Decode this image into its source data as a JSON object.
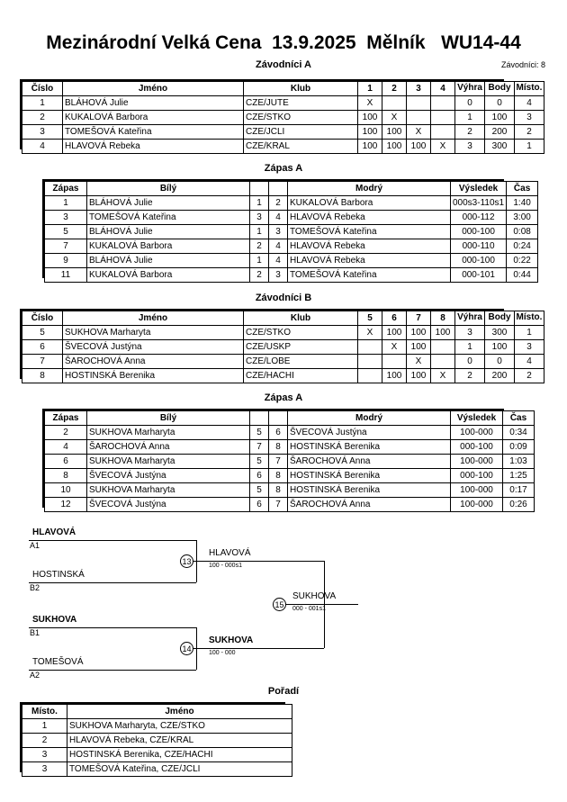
{
  "header": {
    "title": "Mezinárodní Velká Cena  13.9.2025  Mělník   WU14-44",
    "subtitle_a": "Závodníci A",
    "entrants": "Závodníci: 8"
  },
  "pool_headers": {
    "cislo": "Číslo",
    "jmeno": "Jméno",
    "klub": "Klub",
    "vyhra": "Výhra",
    "body": "Body",
    "misto": "Místo."
  },
  "match_headers": {
    "zapas": "Zápas",
    "bily": "Bílý",
    "modry": "Modrý",
    "vysledek": "Výsledek",
    "cas": "Čas"
  },
  "pool_a": {
    "title": "Závodníci A",
    "cols": [
      "1",
      "2",
      "3",
      "4"
    ],
    "rows": [
      {
        "cislo": "1",
        "jmeno": "BLÁHOVÁ Julie",
        "klub": "CZE/JUTE",
        "cells": [
          "X",
          "",
          "",
          ""
        ],
        "vyhra": "0",
        "body": "0",
        "misto": "4"
      },
      {
        "cislo": "2",
        "jmeno": "KUKALOVÁ Barbora",
        "klub": "CZE/STKO",
        "cells": [
          "100",
          "X",
          "",
          ""
        ],
        "vyhra": "1",
        "body": "100",
        "misto": "3"
      },
      {
        "cislo": "3",
        "jmeno": "TOMEŠOVÁ Kateřina",
        "klub": "CZE/JCLI",
        "cells": [
          "100",
          "100",
          "X",
          ""
        ],
        "vyhra": "2",
        "body": "200",
        "misto": "2"
      },
      {
        "cislo": "4",
        "jmeno": "HLAVOVÁ Rebeka",
        "klub": "CZE/KRAL",
        "cells": [
          "100",
          "100",
          "100",
          "X"
        ],
        "vyhra": "3",
        "body": "300",
        "misto": "1"
      }
    ]
  },
  "matches_a": {
    "title": "Zápas A",
    "rows": [
      {
        "zapas": "1",
        "bily": "BLÁHOVÁ Julie",
        "bily_bold": false,
        "n1": "1",
        "n2": "2",
        "modry": "KUKALOVÁ Barbora",
        "modry_bold": true,
        "vysledek": "000s3-110s1",
        "cas": "1:40"
      },
      {
        "zapas": "3",
        "bily": "TOMEŠOVÁ Kateřina",
        "bily_bold": false,
        "n1": "3",
        "n2": "4",
        "modry": "HLAVOVÁ Rebeka",
        "modry_bold": true,
        "vysledek": "000-112",
        "cas": "3:00"
      },
      {
        "zapas": "5",
        "bily": "BLÁHOVÁ Julie",
        "bily_bold": false,
        "n1": "1",
        "n2": "3",
        "modry": "TOMEŠOVÁ Kateřina",
        "modry_bold": true,
        "vysledek": "000-100",
        "cas": "0:08"
      },
      {
        "zapas": "7",
        "bily": "KUKALOVÁ Barbora",
        "bily_bold": false,
        "n1": "2",
        "n2": "4",
        "modry": "HLAVOVÁ Rebeka",
        "modry_bold": true,
        "vysledek": "000-110",
        "cas": "0:24"
      },
      {
        "zapas": "9",
        "bily": "BLÁHOVÁ Julie",
        "bily_bold": false,
        "n1": "1",
        "n2": "4",
        "modry": "HLAVOVÁ Rebeka",
        "modry_bold": true,
        "vysledek": "000-100",
        "cas": "0:22"
      },
      {
        "zapas": "11",
        "bily": "KUKALOVÁ Barbora",
        "bily_bold": false,
        "n1": "2",
        "n2": "3",
        "modry": "TOMEŠOVÁ Kateřina",
        "modry_bold": true,
        "vysledek": "000-101",
        "cas": "0:44"
      }
    ]
  },
  "pool_b": {
    "title": "Závodníci B",
    "cols": [
      "5",
      "6",
      "7",
      "8"
    ],
    "rows": [
      {
        "cislo": "5",
        "jmeno": "SUKHOVA Marharyta",
        "klub": "CZE/STKO",
        "cells": [
          "X",
          "100",
          "100",
          "100"
        ],
        "vyhra": "3",
        "body": "300",
        "misto": "1"
      },
      {
        "cislo": "6",
        "jmeno": "ŠVECOVÁ Justýna",
        "klub": "CZE/USKP",
        "cells": [
          "",
          "X",
          "100",
          ""
        ],
        "vyhra": "1",
        "body": "100",
        "misto": "3"
      },
      {
        "cislo": "7",
        "jmeno": "ŠAROCHOVÁ Anna",
        "klub": "CZE/LOBE",
        "cells": [
          "",
          "",
          "X",
          ""
        ],
        "vyhra": "0",
        "body": "0",
        "misto": "4"
      },
      {
        "cislo": "8",
        "jmeno": "HOSTINSKÁ Berenika",
        "klub": "CZE/HACHI",
        "cells": [
          "",
          "100",
          "100",
          "X"
        ],
        "vyhra": "2",
        "body": "200",
        "misto": "2"
      }
    ]
  },
  "matches_b": {
    "title": "Zápas A",
    "rows": [
      {
        "zapas": "2",
        "bily": "SUKHOVA Marharyta",
        "bily_bold": true,
        "n1": "5",
        "n2": "6",
        "modry": "ŠVECOVÁ Justýna",
        "modry_bold": false,
        "vysledek": "100-000",
        "cas": "0:34"
      },
      {
        "zapas": "4",
        "bily": "ŠAROCHOVÁ Anna",
        "bily_bold": false,
        "n1": "7",
        "n2": "8",
        "modry": "HOSTINSKÁ Berenika",
        "modry_bold": true,
        "vysledek": "000-100",
        "cas": "0:09"
      },
      {
        "zapas": "6",
        "bily": "SUKHOVA Marharyta",
        "bily_bold": true,
        "n1": "5",
        "n2": "7",
        "modry": "ŠAROCHOVÁ Anna",
        "modry_bold": false,
        "vysledek": "100-000",
        "cas": "1:03"
      },
      {
        "zapas": "8",
        "bily": "ŠVECOVÁ Justýna",
        "bily_bold": false,
        "n1": "6",
        "n2": "8",
        "modry": "HOSTINSKÁ Berenika",
        "modry_bold": true,
        "vysledek": "000-100",
        "cas": "1:25"
      },
      {
        "zapas": "10",
        "bily": "SUKHOVA Marharyta",
        "bily_bold": true,
        "n1": "5",
        "n2": "8",
        "modry": "HOSTINSKÁ Berenika",
        "modry_bold": false,
        "vysledek": "100-000",
        "cas": "0:17"
      },
      {
        "zapas": "12",
        "bily": "ŠVECOVÁ Justýna",
        "bily_bold": true,
        "n1": "6",
        "n2": "7",
        "modry": "ŠAROCHOVÁ Anna",
        "modry_bold": false,
        "vysledek": "100-000",
        "cas": "0:26"
      }
    ]
  },
  "bracket": {
    "entries": [
      {
        "name": "HLAVOVÁ",
        "seed": "A1",
        "bold": true
      },
      {
        "name": "HOSTINSKÁ",
        "seed": "B2",
        "bold": false
      },
      {
        "name": "SUKHOVA",
        "seed": "B1",
        "bold": true
      },
      {
        "name": "TOMEŠOVÁ",
        "seed": "A2",
        "bold": false
      }
    ],
    "semifinals": [
      {
        "number": "13",
        "winner": "HLAVOVÁ",
        "score": "100 - 000s1",
        "bold": false
      },
      {
        "number": "14",
        "winner": "SUKHOVA",
        "score": "100 - 000",
        "bold": true
      }
    ],
    "final": {
      "number": "15",
      "winner": "SUKHOVA",
      "score": "000 - 001s1",
      "bold": false
    }
  },
  "standings": {
    "title": "Pořadí",
    "headers": {
      "misto": "Místo.",
      "jmeno": "Jméno"
    },
    "rows": [
      {
        "misto": "1",
        "jmeno": "SUKHOVA Marharyta, CZE/STKO"
      },
      {
        "misto": "2",
        "jmeno": "HLAVOVÁ Rebeka, CZE/KRAL"
      },
      {
        "misto": "3",
        "jmeno": "HOSTINSKÁ Berenika, CZE/HACHI"
      },
      {
        "misto": "3",
        "jmeno": "TOMEŠOVÁ Kateřina, CZE/JCLI"
      }
    ]
  }
}
